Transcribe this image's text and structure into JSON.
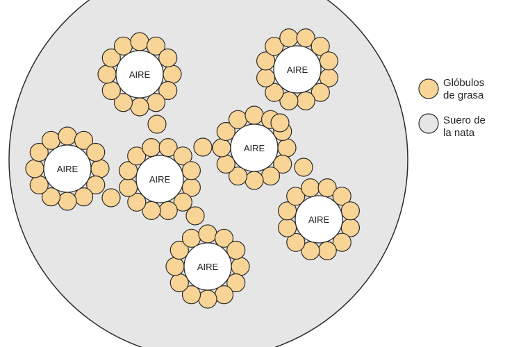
{
  "colors": {
    "background": "#ffffff",
    "serum_fill": "#e6e6e6",
    "fat_globule_fill": "#f8d496",
    "air_fill": "#ffffff",
    "outline": "#2b2b2b"
  },
  "bubbles": [
    {
      "label": "AIRE"
    },
    {
      "label": "AIRE"
    },
    {
      "label": "AIRE"
    },
    {
      "label": "AIRE"
    },
    {
      "label": "AIRE"
    },
    {
      "label": "AIRE"
    },
    {
      "label": "AIRE"
    }
  ],
  "legend": {
    "fat": {
      "line1": "Glóbulos",
      "line2": "de grasa",
      "swatch": "fat-globule"
    },
    "serum": {
      "line1": "Suero de",
      "line2": "la nata",
      "swatch": "serum"
    }
  }
}
